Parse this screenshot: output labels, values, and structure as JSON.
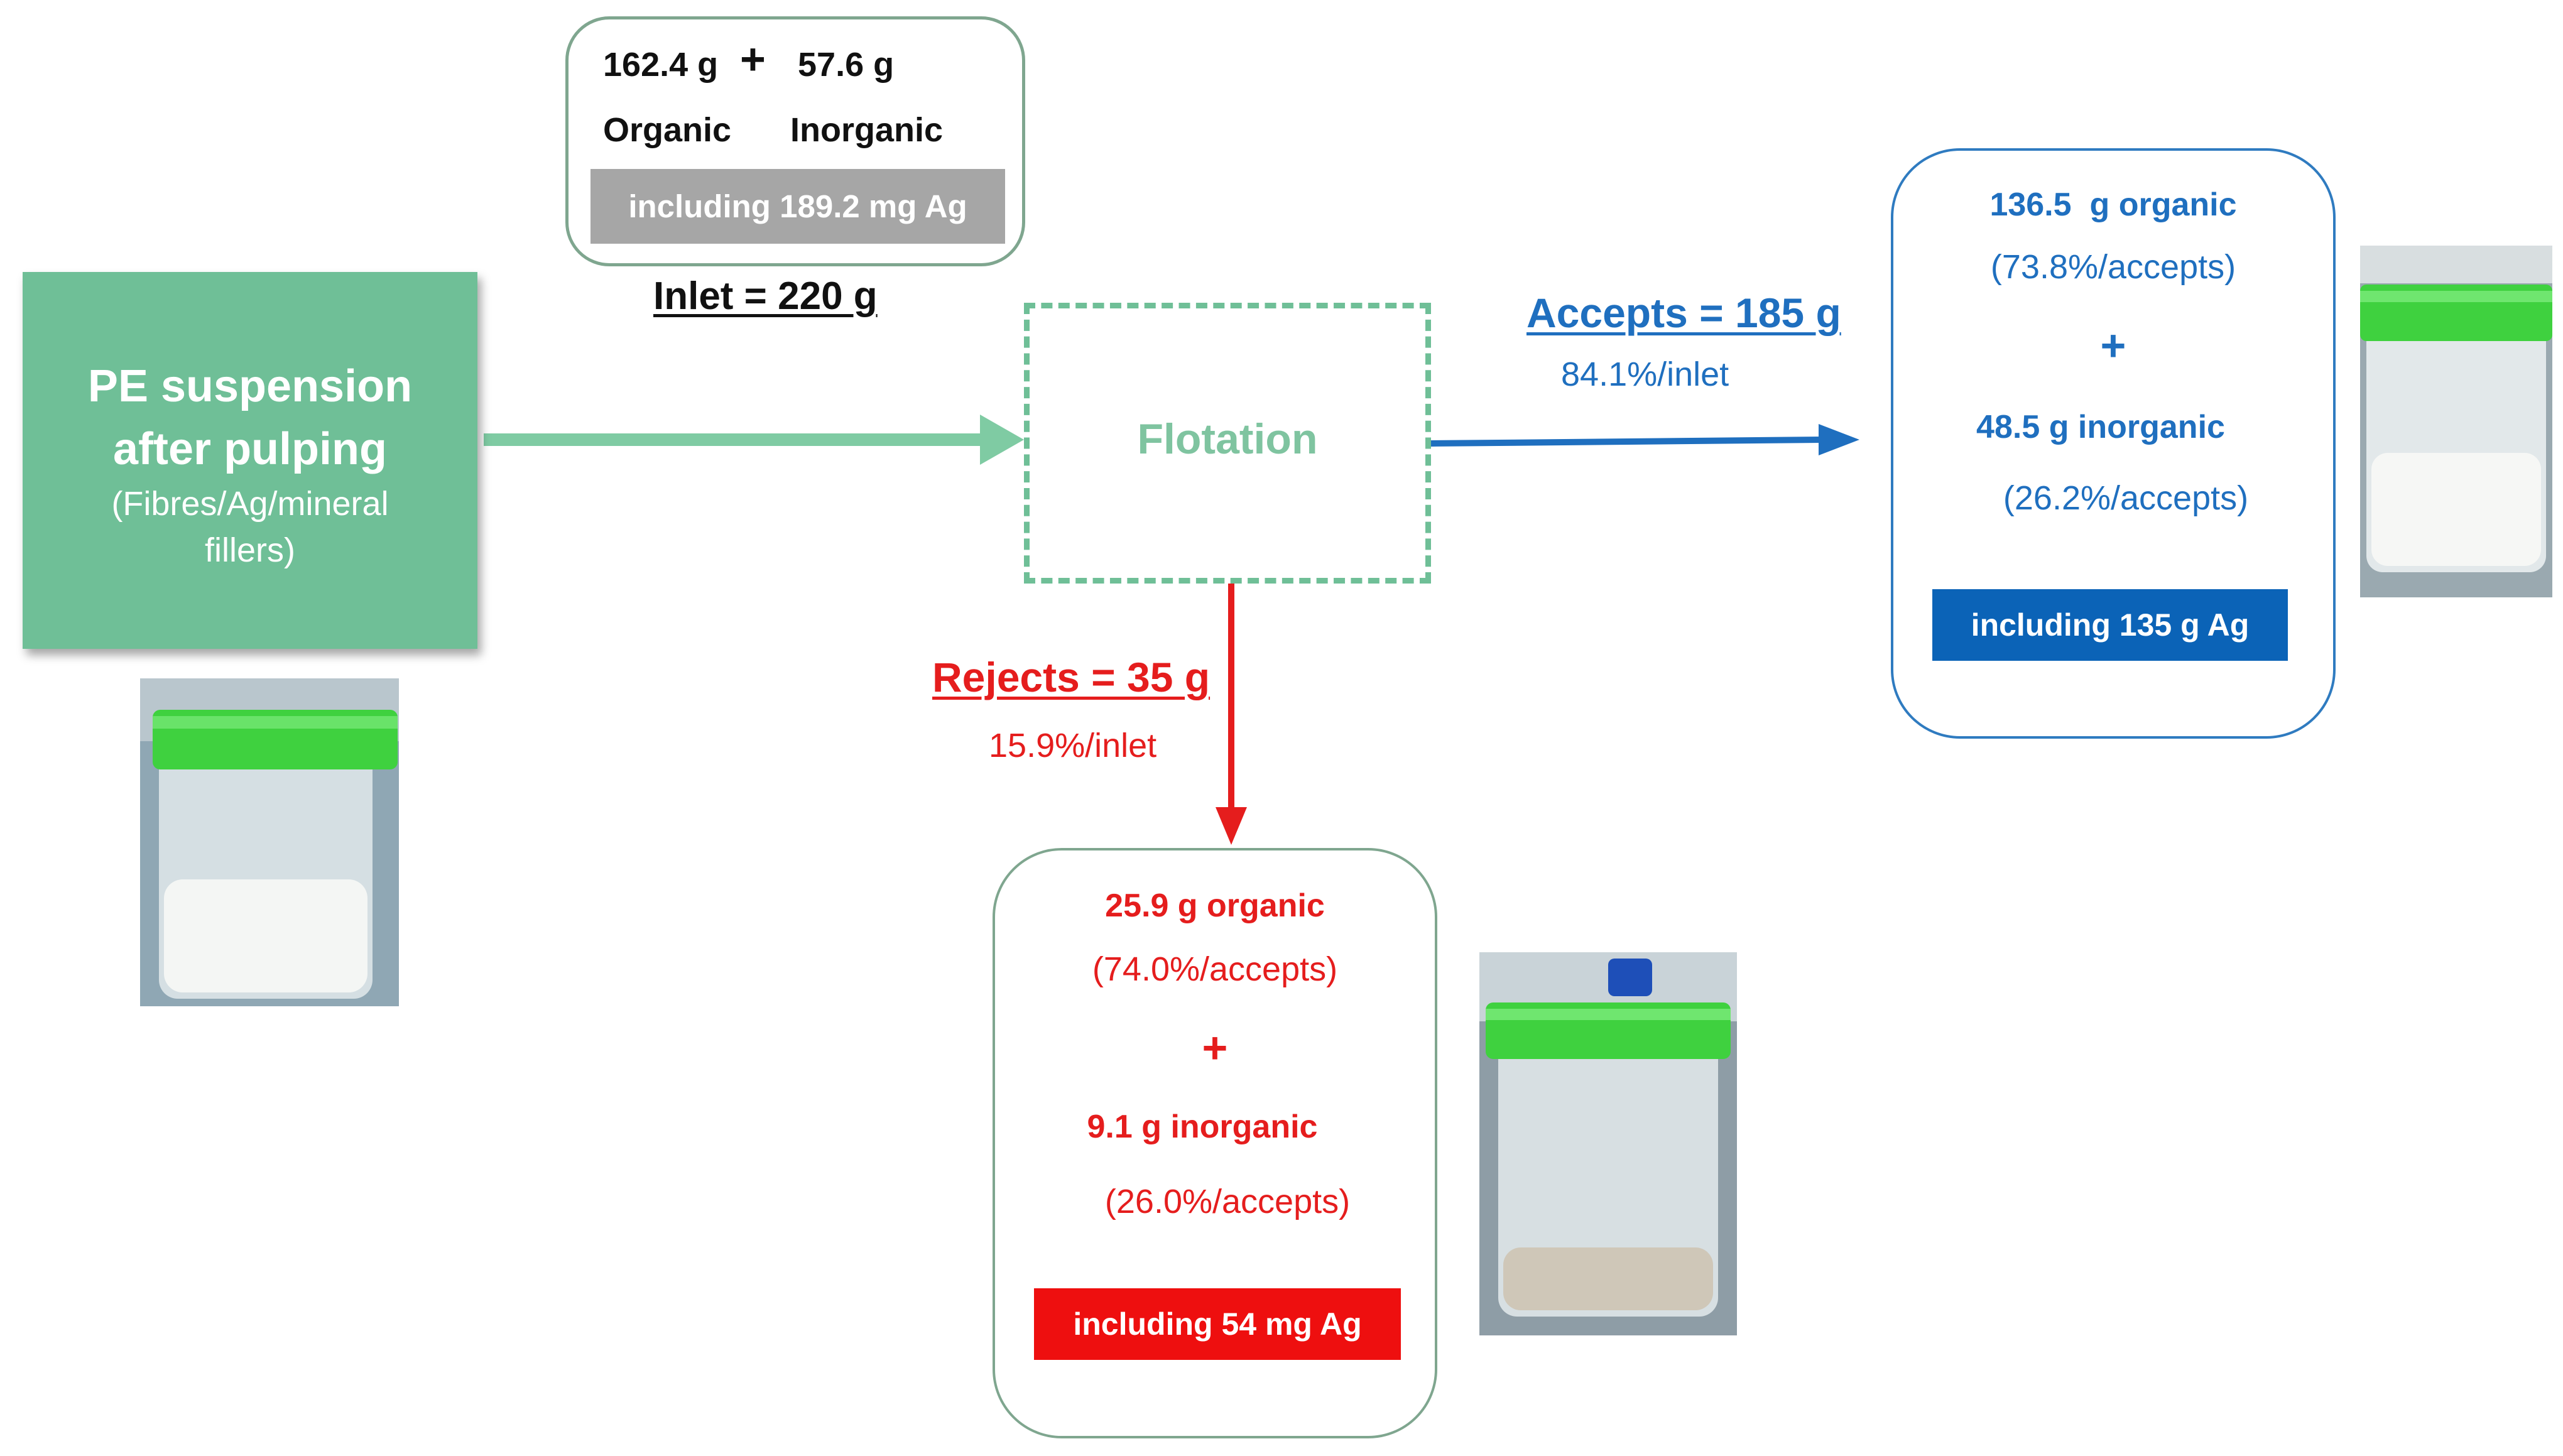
{
  "inlet": {
    "organic_mass": "162.4 g",
    "plus": "+",
    "inorganic_mass": "57.6 g",
    "organic_label": "Organic",
    "inorganic_label": "Inorganic",
    "ag_note": "including 189.2 mg Ag",
    "total": "Inlet = 220 g"
  },
  "source": {
    "title_line1": "PE suspension",
    "title_line2": "after pulping",
    "sub_line1": "(Fibres/Ag/mineral",
    "sub_line2": "fillers)"
  },
  "process": {
    "label": "Flotation"
  },
  "accepts": {
    "total": "Accepts = 185 g",
    "pct_inlet": "84.1%/inlet",
    "organic": "136.5  g organic",
    "organic_pct": "(73.8%/accepts)",
    "plus": "+",
    "inorganic": "48.5 g inorganic",
    "inorganic_pct": "(26.2%/accepts)",
    "ag_note": "including 135 g Ag"
  },
  "rejects": {
    "total": "Rejects = 35 g",
    "pct_inlet": "15.9%/inlet",
    "organic": "25.9 g organic",
    "organic_pct": "(74.0%/accepts)",
    "plus": "+",
    "inorganic": "9.1 g inorganic",
    "inorganic_pct": "(26.0%/accepts)",
    "ag_note": "including 54 mg Ag"
  },
  "colors": {
    "green": "#6fbf97",
    "blue": "#0b63b7",
    "red": "#ee0f0f",
    "grey": "#a6a6a6"
  },
  "icons": [
    "sample-jar-photo-inlet",
    "sample-jar-photo-accepts",
    "sample-jar-photo-rejects"
  ]
}
